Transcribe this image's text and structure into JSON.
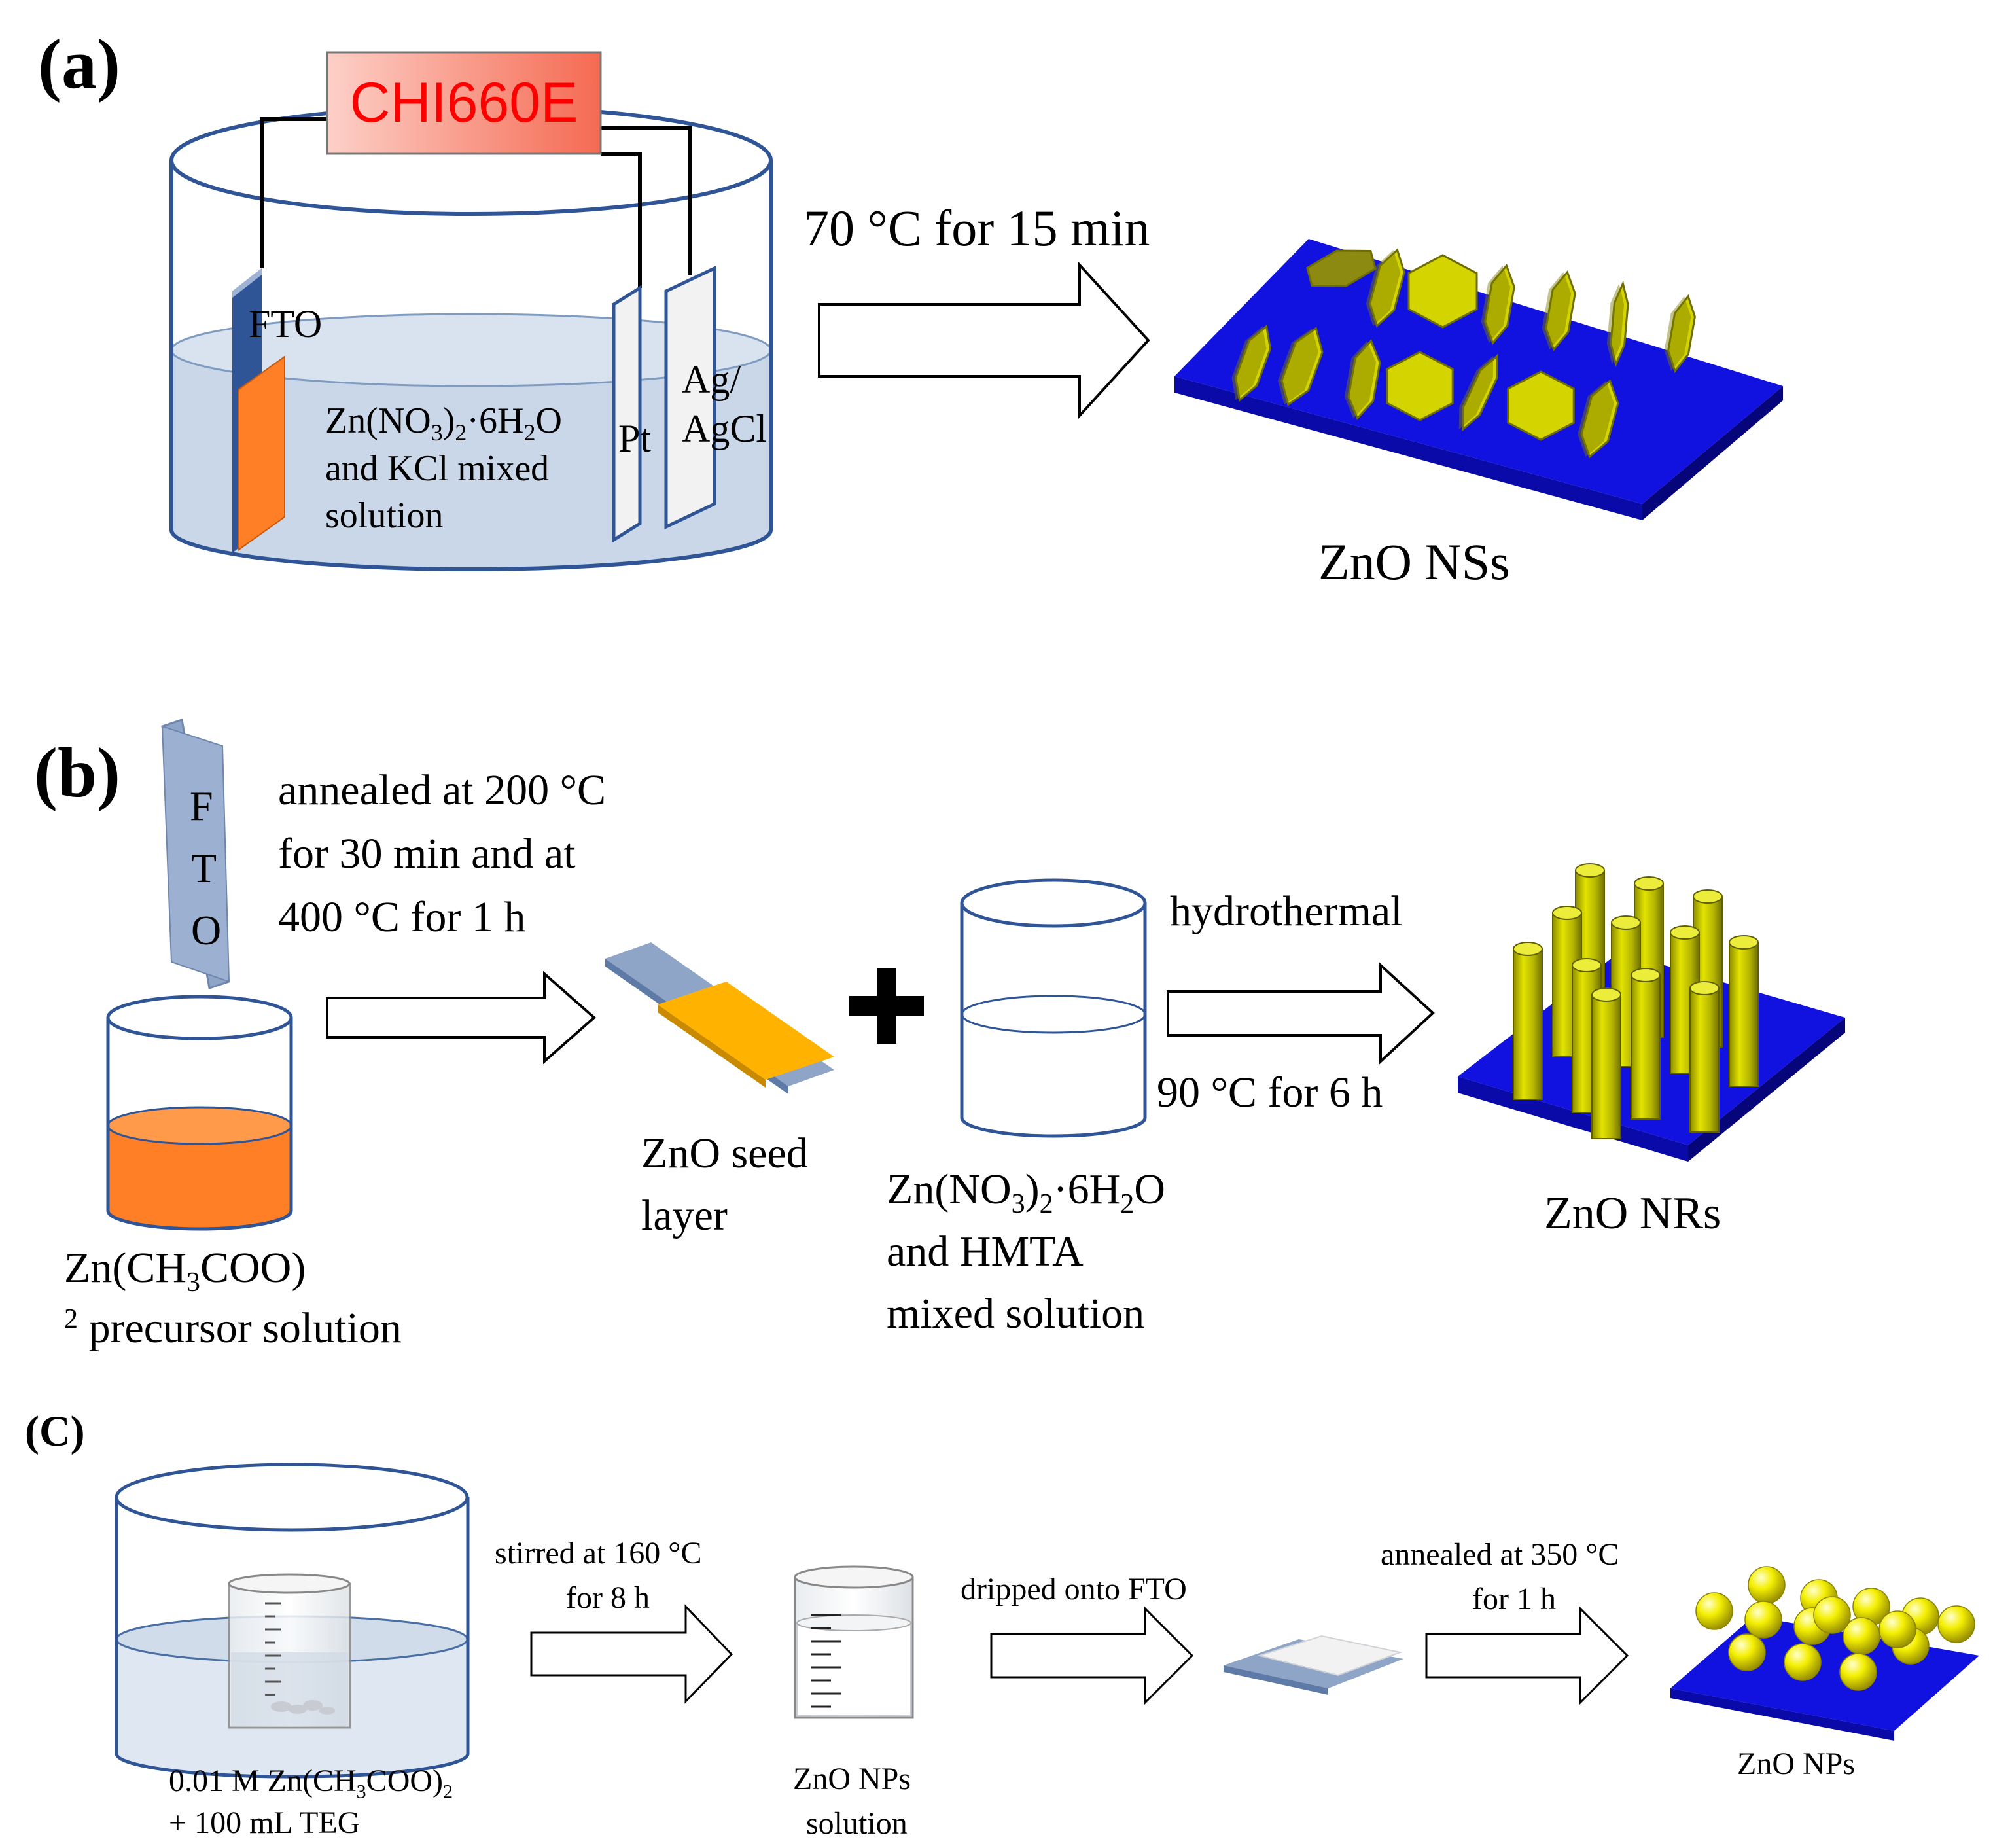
{
  "panels": {
    "a": {
      "label": "(a)",
      "instrument": "CHI660E",
      "electrode_working": "FTO",
      "electrode_counter": "Pt",
      "electrode_reference_1": "Ag/",
      "electrode_reference_2": "AgCl",
      "solution_line1": "Zn(NO",
      "solution_line1_sub1": "3",
      "solution_line1_mid": ")",
      "solution_line1_sub2": "2",
      "solution_line1_end": "·6H",
      "solution_line1_sub3": "2",
      "solution_line1_tail": "O",
      "solution_line2": "and KCl mixed",
      "solution_line3": "solution",
      "condition": "70 °C for 15 min",
      "product": "ZnO NSs"
    },
    "b": {
      "label": "(b)",
      "ftO_letters": [
        "F",
        "T",
        "O"
      ],
      "anneal_line1": "annealed at 200 °C",
      "anneal_line2": "for 30 min and at",
      "anneal_line3": "400 °C for 1 h",
      "precursor_line1_a": "Zn(CH",
      "precursor_line1_sub1": "3",
      "precursor_line1_b": "COO)",
      "precursor_line2_sub": "2",
      "precursor_line2": "precursor solution",
      "seed_line1": "ZnO seed",
      "seed_line2": "layer",
      "mix_line1_a": "Zn(NO",
      "mix_line1_sub1": "3",
      "mix_line1_b": ")",
      "mix_line1_sub2": "2",
      "mix_line1_c": "·6H",
      "mix_line1_sub3": "2",
      "mix_line1_d": "O",
      "mix_line2": "and HMTA",
      "mix_line3": "mixed solution",
      "process": "hydrothermal",
      "condition": "90 °C for 6 h",
      "product": "ZnO NRs"
    },
    "c": {
      "label": "(C)",
      "reagent_line1_a": "0.01 M Zn(CH",
      "reagent_line1_sub1": "3",
      "reagent_line1_b": "COO)",
      "reagent_line1_sub2": "2",
      "reagent_line2": "+ 100 mL TEG",
      "step1_line1": "stirred at 160 °C",
      "step1_line2": "for 8 h",
      "intermediate_line1": "ZnO NPs",
      "intermediate_line2": "solution",
      "step2": "dripped onto FTO",
      "step3_line1": "annealed at 350 °C",
      "step3_line2": "for 1 h",
      "product": "ZnO NPs"
    }
  },
  "colors": {
    "substrate_blue": "#1414e6",
    "crystal_yellow": "#d2d200",
    "electrode_orange": "#ff7f27",
    "seed_orange": "#ffb300",
    "instrument_red": "#ff0000",
    "liquid_blue": "#c7d5e6",
    "fto_gray_blue": "#8fa5c8"
  }
}
